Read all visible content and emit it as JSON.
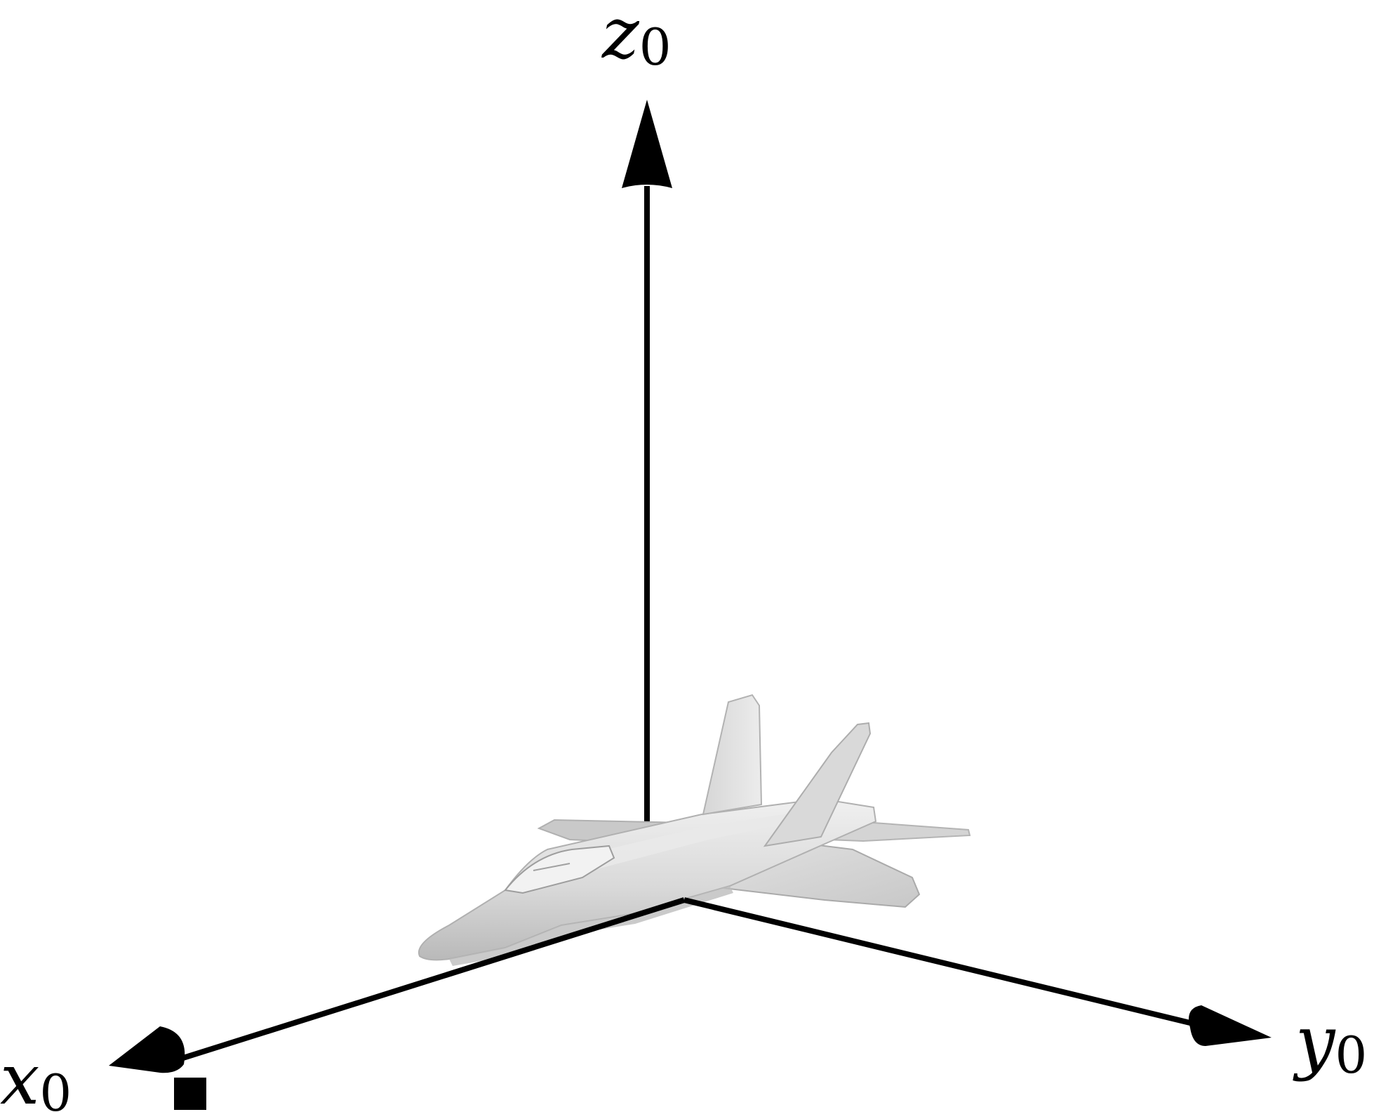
{
  "axes": {
    "x": {
      "symbol": "x",
      "subscript": "0"
    },
    "y": {
      "symbol": "y",
      "subscript": "0"
    },
    "z": {
      "symbol": "z",
      "subscript": "0"
    }
  },
  "colors": {
    "axis": "#000000",
    "aircraft_light": "#e6e6e6",
    "aircraft_mid": "#d2d2d2",
    "aircraft_dark": "#bdbdbd",
    "aircraft_edge": "#a8a8a8",
    "background": "#ffffff"
  },
  "markers": {
    "origin_marker": "square"
  }
}
